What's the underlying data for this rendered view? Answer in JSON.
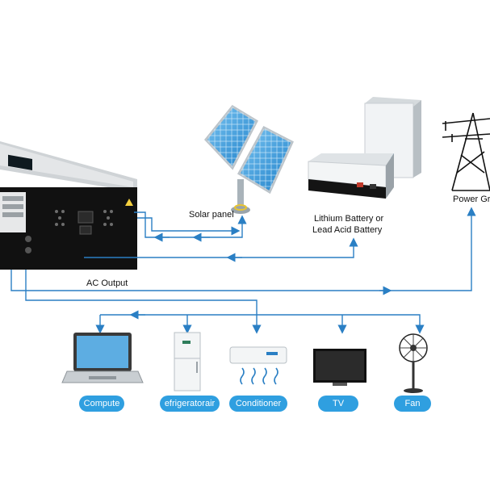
{
  "labels": {
    "solar_panel": "Solar panel",
    "battery_line1": "Lithium Battery or",
    "battery_line2": "Lead Acid Battery",
    "power_grid": "Power Gri",
    "ac_output": "AC Output"
  },
  "loads": [
    {
      "label": "Compute",
      "icon": "laptop-icon"
    },
    {
      "label": "efrigeratorair",
      "icon": "refrigerator-icon"
    },
    {
      "label": "Conditioner",
      "icon": "air-conditioner-icon"
    },
    {
      "label": "TV",
      "icon": "tv-icon"
    },
    {
      "label": "Fan",
      "icon": "fan-icon"
    }
  ],
  "colors": {
    "wire": "#2a7fc4",
    "pill": "#2f9fe0",
    "inverter_body": "#111111",
    "inverter_top": "#e4e6e8"
  }
}
